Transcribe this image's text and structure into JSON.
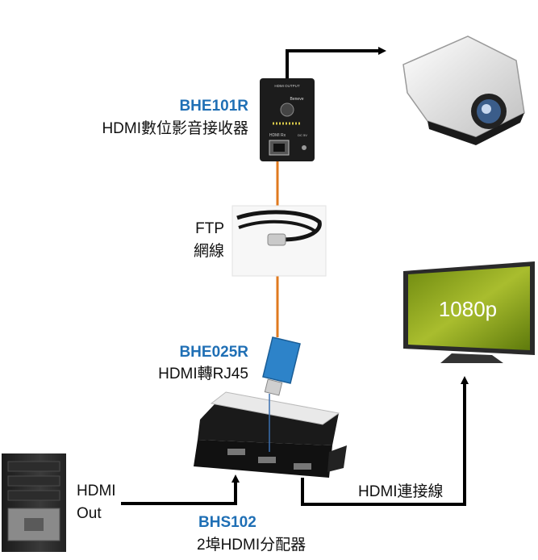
{
  "receiver": {
    "model": "BHE101R",
    "desc": "HDMI數位影音接收器",
    "panel_top": "HDMI OUTPUT",
    "panel_brand": "Beneve",
    "panel_bottom": "HDMI Rx",
    "panel_power": "DC 5V"
  },
  "cable": {
    "line1": "FTP",
    "line2": "網線"
  },
  "adapter": {
    "model": "BHE025R",
    "desc": "HDMI轉RJ45"
  },
  "splitter": {
    "model": "BHS102",
    "desc": "2埠HDMI分配器"
  },
  "pc": {
    "line1": "HDMI",
    "line2": "Out"
  },
  "tv": {
    "screen_text": "1080p"
  },
  "link": {
    "label": "HDMI連接線"
  },
  "colors": {
    "model_blue": "#1f6fb5",
    "ftp_orange": "#e07a1f",
    "tv_green": "#8aa01c"
  }
}
